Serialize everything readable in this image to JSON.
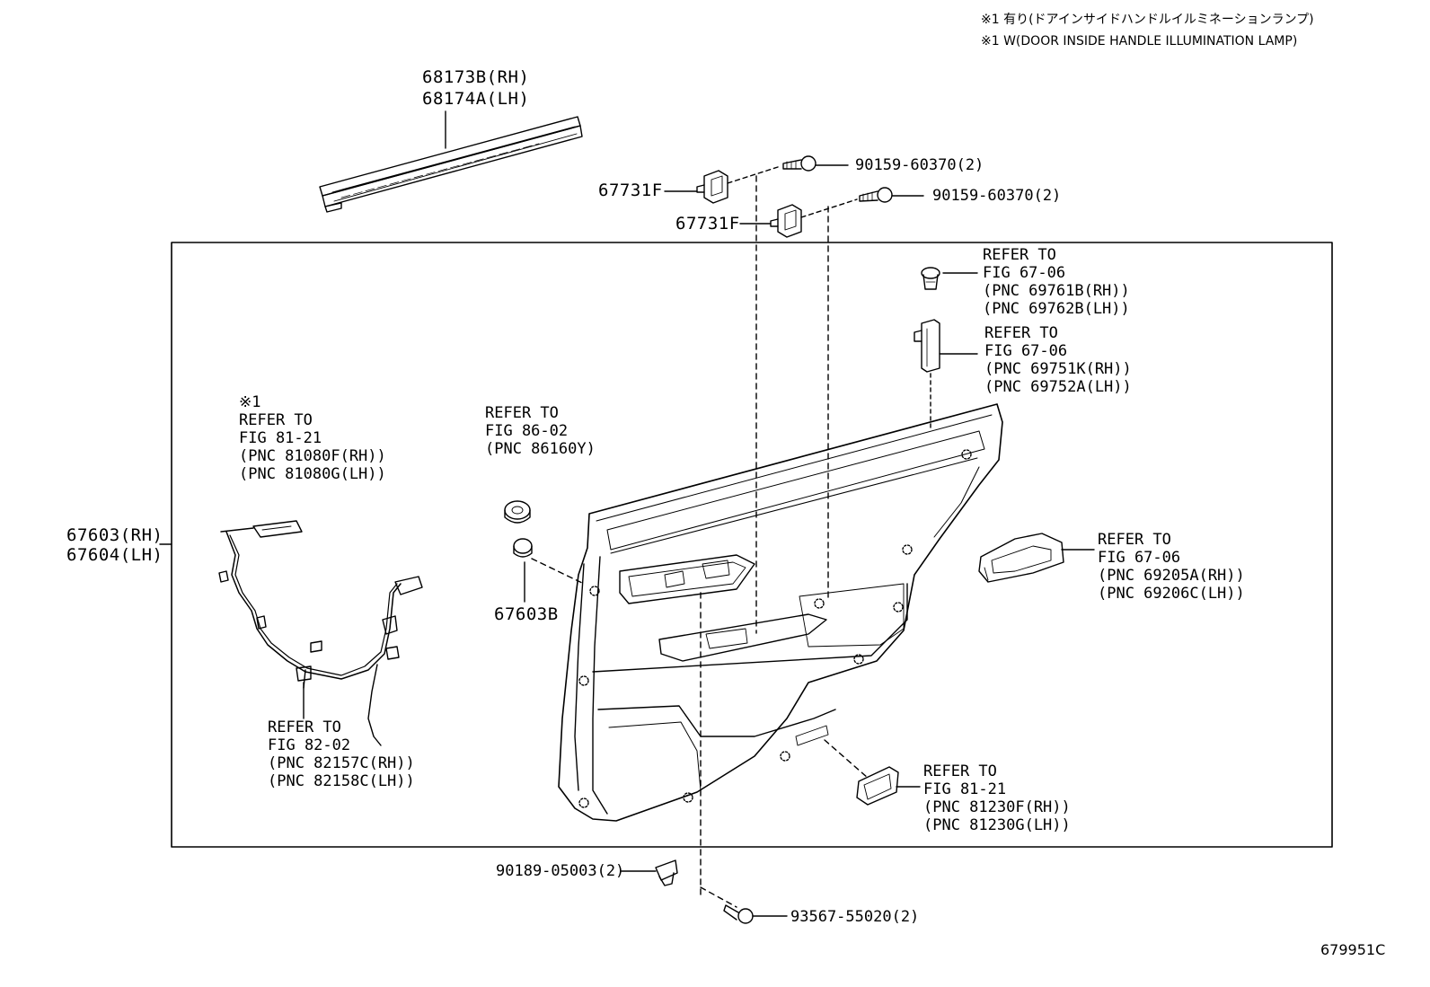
{
  "notes": {
    "line1": "※1 有り(ドアインサイドハンドルイルミネーションランプ)",
    "line2": "※1 W(DOOR INSIDE HANDLE ILLUMINATION LAMP)"
  },
  "parts": {
    "p68173b": "68173B(RH)",
    "p68174a": "68174A(LH)",
    "p67731f_a": "67731F",
    "p67731f_b": "67731F",
    "p90159_a": "90159-60370(2)",
    "p90159_b": "90159-60370(2)",
    "p67603": "67603(RH)",
    "p67604": "67604(LH)",
    "p67603b": "67603B",
    "p90189": "90189-05003(2)",
    "p93567": "93567-55020(2)"
  },
  "refs": {
    "r1": [
      "REFER TO",
      "FIG 67-06",
      "(PNC 69761B(RH))",
      "(PNC 69762B(LH))"
    ],
    "r2": [
      "REFER TO",
      "FIG 67-06",
      "(PNC 69751K(RH))",
      "(PNC 69752A(LH))"
    ],
    "r3": [
      "※1",
      "REFER TO",
      "FIG 81-21",
      "(PNC 81080F(RH))",
      "(PNC 81080G(LH))"
    ],
    "r4": [
      "REFER TO",
      "FIG 86-02",
      "(PNC 86160Y)"
    ],
    "r5": [
      "REFER TO",
      "FIG 67-06",
      "(PNC 69205A(RH))",
      "(PNC 69206C(LH))"
    ],
    "r6": [
      "REFER TO",
      "FIG 82-02",
      "(PNC 82157C(RH))",
      "(PNC 82158C(LH))"
    ],
    "r7": [
      "REFER TO",
      "FIG 81-21",
      "(PNC 81230F(RH))",
      "(PNC 81230G(LH))"
    ]
  },
  "figure_id": "679951C"
}
